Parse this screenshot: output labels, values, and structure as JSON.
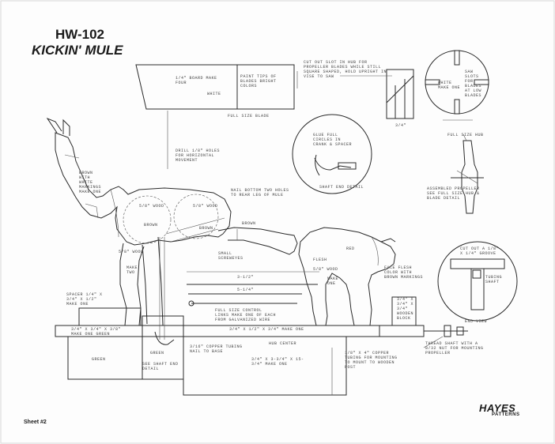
{
  "header": {
    "code": "HW-102",
    "name": "KICKIN' MULE"
  },
  "footer": {
    "sheet": "Sheet #2",
    "brand": "HAYES",
    "brand_sub": "PATTERNS"
  },
  "labels": {
    "propeller_slot": "CUT OUT SLOT IN HUB FOR PROPELLER BLADES WHILE STILL SQUARE SHAPED, HOLD UPRIGHT IN VISE TO SAW",
    "hub_center": "WHITE MAKE ONE",
    "hub_blade_note": "SAW SLOTS FOR BLADES AT LOW BLADES",
    "full_size_hub": "FULL SIZE HUB",
    "board_green": "1/4\" BOARD MAKE FOUR",
    "board_white": "WHITE",
    "board_bright": "PAINT TIPS OF BLADES BRIGHT COLORS",
    "full_size_blade": "FULL SIZE BLADE",
    "side_dim": "3/4\"",
    "assembled_propeller": "ASSEMBLED PROPELLER SEE FULL SIZE HUB & BLADE DETAIL",
    "detail_circle": "GLUE FULL CIRCLES IN CRANK & SPACER",
    "crank_detail": "SHAFT END DETAIL",
    "mule_body": "BROWN WITH WHITE MARKINGS MAKE ONE",
    "wood_front": "5/8\" WOOD",
    "wood_rear": "5/8\" WOOD",
    "brown1": "BROWN",
    "brown2": "BROWN",
    "wood_leg": "5/8\" WOOD",
    "make_two": "MAKE TWO",
    "brown3": "BROWN",
    "drill_note": "DRILL 1/8\" HOLES FOR HORIZONTAL MOVEMENT",
    "guide_note": "NAIL BOTTOM TWO HOLES TO REAR LEG OF MULE",
    "small_screweyes": "SMALL SCREWEYES",
    "man_body": "FLESH",
    "man_wood": "5/8\" WOOD",
    "man_make": "MAKE ONE",
    "man_red": "RED",
    "face_note": "FACE FLESH COLOR WITH BROWN MARKINGS",
    "cut_out_note": "CUT OUT A 1/8\" x 1/4\" GROOVE",
    "tube_note": "TUBING SHAFT",
    "end_view": "END VIEW",
    "spacer": "SPACER 1/4\" x 3/4\" x 1/2\" MAKE ONE",
    "base_green": "GREEN",
    "block_green": "GREEN",
    "base_note": "3/4\" x 3/4\" x 3/8\" MAKE ONE GREEN",
    "base_dim": "3/4\" x 1/2\" x 3/4\" MAKE ONE",
    "dim_a": "3-1/2\"",
    "dim_b": "5-1/4\"",
    "control_link": "FULL SIZE CONTROL LINKS MAKE ONE OF EACH FROM GALVANIZED WIRE",
    "copper_tubing": "1/8\" x 4\" COPPER TUBING FOR MOUNTING TO MOUNT TO WOODEN POST",
    "shaft_note": "SEE SHAFT END DETAIL",
    "copper_tube2": "3/16\" COPPER TUBING NAIL TO BASE",
    "threaded_shaft": "THREAD SHAFT WITH A 8/32 NUT FOR MOUNTING PROPELLER",
    "wooden_block": "3/4\" x 3/4\" x 3/4\" WOODEN BLOCK",
    "base_bottom": "3/4\" x 3-3/4\" x 15-3/4\" MAKE ONE",
    "hub_center_mark": "HUB CENTER"
  }
}
